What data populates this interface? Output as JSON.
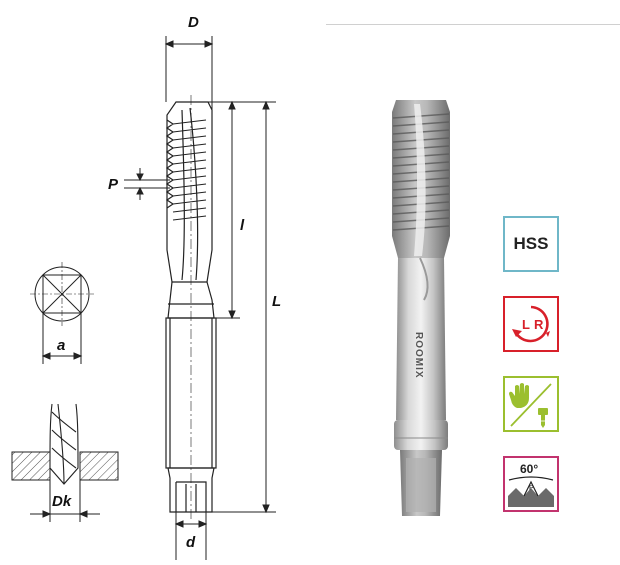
{
  "labels": {
    "D": "D",
    "P": "P",
    "l": "l",
    "L": "L",
    "a": "a",
    "Dk": "Dk",
    "d": "d"
  },
  "product": {
    "brand": "ROOMIX"
  },
  "badges": {
    "material": "HSS",
    "rotation_left": "L",
    "rotation_right": "R",
    "angle": "60°",
    "pitch_mark": "P"
  },
  "colors": {
    "hss_border": "#6fb7c8",
    "lr_red": "#d8202a",
    "hand_green": "#9bbf2f",
    "angle_magenta": "#c2336e"
  },
  "icons": [
    "rotation-lr-icon",
    "hand-tapping-icon",
    "machine-tapping-icon",
    "thread-angle-icon"
  ]
}
